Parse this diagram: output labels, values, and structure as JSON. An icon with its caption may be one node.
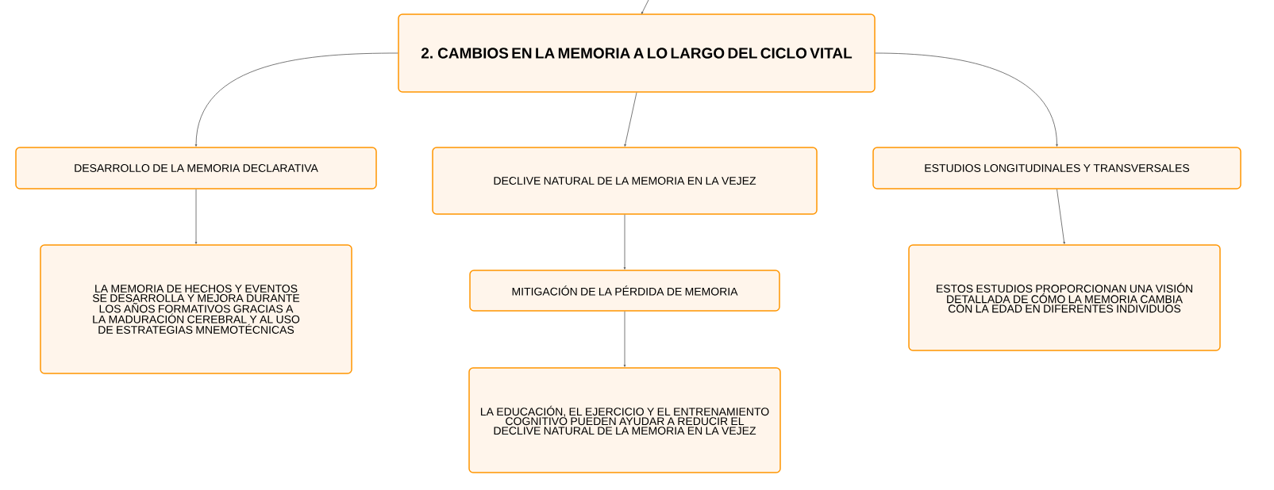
{
  "diagram": {
    "nodes": [
      {
        "text": [
          "2. CAMBIOS EN LA MEMORIA A LO LARGO DEL CICLO VITAL"
        ]
      },
      {
        "text": [
          "DESARROLLO DE LA MEMORIA DECLARATIVA"
        ]
      },
      {
        "text": [
          "DECLIVE NATURAL DE LA MEMORIA EN LA VEJEZ"
        ]
      },
      {
        "text": [
          "ESTUDIOS LONGITUDINALES Y TRANSVERSALES"
        ]
      },
      {
        "text": [
          "LA MEMORIA DE HECHOS Y EVENTOS SE DESARROLLA Y MEJORA DURANTE LOS AÑOS FORMATIVOS GRACIAS A LA MADURACIÓN CEREBRAL Y AL USO DE ESTRATEGIAS MNEMOTÉCNICAS"
        ]
      },
      {
        "text": [
          "MITIGACIÓN DE LA PÉRDIDA DE MEMORIA"
        ]
      },
      {
        "text": [
          "LA EDUCACIÓN, EL EJERCICIO Y EL ENTRENAMIENTO COGNITIVO PUEDEN AYUDAR A REDUCIR EL DECLIVE NATURAL DE LA MEMORIA EN LA VEJEZ"
        ]
      },
      {
        "text": [
          "ESTOS ESTUDIOS PROPORCIONAN UNA VISIÓN DETALLADA DE CÓMO LA MEMORIA CAMBIA CON LA EDAD EN DIFERENTES INDIVIDUOS"
        ]
      }
    ],
    "edges": [
      {
        "from": null,
        "to": 0,
        "arrow": "to"
      },
      {
        "from": 0,
        "to": 1,
        "arrow": "to"
      },
      {
        "from": 0,
        "to": 2,
        "arrow": "to"
      },
      {
        "from": 0,
        "to": 3,
        "arrow": "to"
      },
      {
        "from": 1,
        "to": 4,
        "arrow": "to"
      },
      {
        "from": 2,
        "to": 5,
        "arrow": "to"
      },
      {
        "from": 5,
        "to": 6,
        "arrow": "to"
      },
      {
        "from": 3,
        "to": 7,
        "arrow": "to"
      }
    ]
  }
}
